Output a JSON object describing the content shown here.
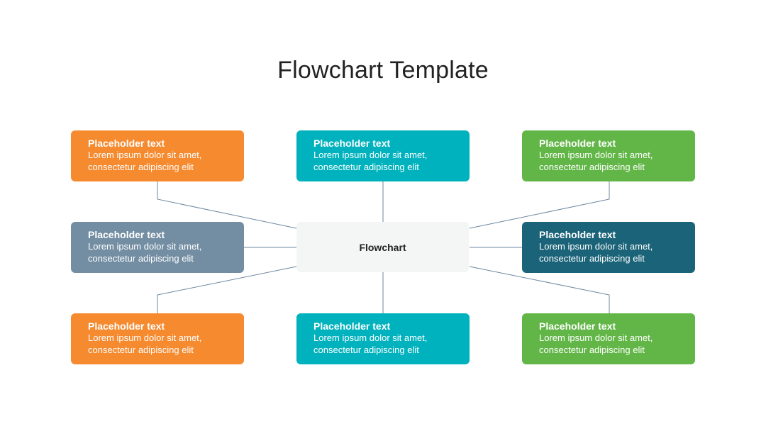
{
  "page_title": "Flowchart Template",
  "center": {
    "label": "Flowchart"
  },
  "colors": {
    "orange": "#f58a2f",
    "teal": "#00b2bd",
    "green": "#62b647",
    "slate": "#738ea3",
    "dark_teal": "#1b6378",
    "connector": "#6e87a0",
    "center_fill": "#f4f5f5"
  },
  "nodes": [
    {
      "title": "Placeholder text",
      "body": "Lorem ipsum dolor sit amet, consectetur adipiscing elit",
      "color": "#f58a2f"
    },
    {
      "title": "Placeholder text",
      "body": "Lorem ipsum dolor sit amet, consectetur adipiscing elit",
      "color": "#00b2bd"
    },
    {
      "title": "Placeholder text",
      "body": "Lorem ipsum dolor sit amet, consectetur adipiscing elit",
      "color": "#62b647"
    },
    {
      "title": "Placeholder text",
      "body": "Lorem ipsum dolor sit amet, consectetur adipiscing elit",
      "color": "#738ea3"
    },
    {
      "title": "Placeholder text",
      "body": "Lorem ipsum dolor sit amet, consectetur adipiscing elit",
      "color": "#1b6378"
    },
    {
      "title": "Placeholder text",
      "body": "Lorem ipsum dolor sit amet, consectetur adipiscing elit",
      "color": "#f58a2f"
    },
    {
      "title": "Placeholder text",
      "body": "Lorem ipsum dolor sit amet, consectetur adipiscing elit",
      "color": "#00b2bd"
    },
    {
      "title": "Placeholder text",
      "body": "Lorem ipsum dolor sit amet, consectetur adipiscing elit",
      "color": "#62b647"
    }
  ]
}
